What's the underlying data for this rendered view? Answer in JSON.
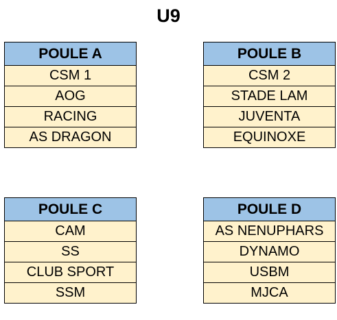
{
  "title": "U9",
  "colors": {
    "header_bg": "#9dc3e6",
    "cell_bg": "#fff2cc",
    "border": "#000000"
  },
  "poules": [
    {
      "name": "POULE A",
      "teams": [
        "CSM 1",
        "AOG",
        "RACING",
        "AS DRAGON"
      ]
    },
    {
      "name": "POULE B",
      "teams": [
        "CSM 2",
        "STADE LAM",
        "JUVENTA",
        "EQUINOXE"
      ]
    },
    {
      "name": "POULE C",
      "teams": [
        "CAM",
        "SS",
        "CLUB SPORT",
        "SSM"
      ]
    },
    {
      "name": "POULE D",
      "teams": [
        "AS NENUPHARS",
        "DYNAMO",
        "USBM",
        "MJCA"
      ]
    }
  ]
}
